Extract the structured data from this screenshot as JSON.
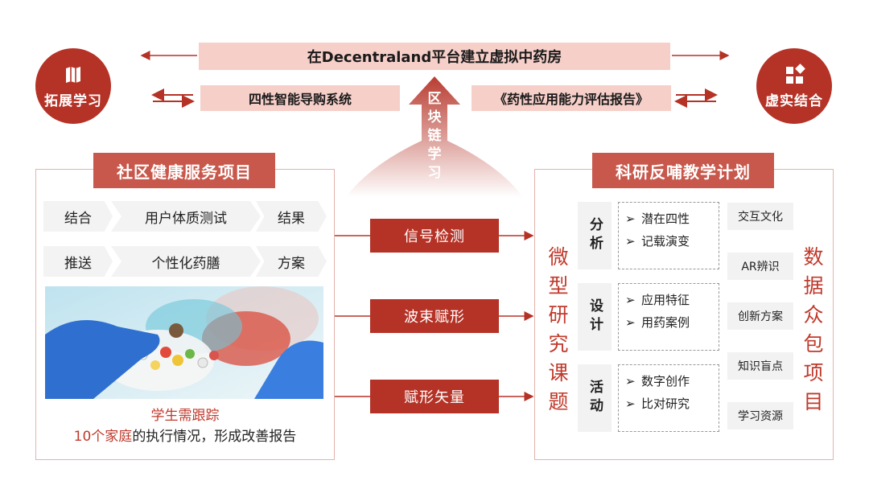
{
  "top": {
    "banner": "在Decentraland平台建立虚拟中药房",
    "left_box": "四性智能导购系统",
    "right_box": "《药性应用能力评估报告》",
    "left_circle": "拓展学习",
    "right_circle": "虚实结合",
    "center_arrow": "区块链学习"
  },
  "left_panel": {
    "title": "社区健康服务项目",
    "row1": [
      "结合",
      "用户体质测试",
      "结果"
    ],
    "row2": [
      "推送",
      "个性化药膳",
      "方案"
    ],
    "caption_line1": "学生需跟踪",
    "caption_line2_red": "10个家庭",
    "caption_line2_rest": "的执行情况，形成改善报告"
  },
  "middle": {
    "buttons": [
      "信号检测",
      "波束赋形",
      "赋形矢量"
    ]
  },
  "right_panel": {
    "title": "科研反哺教学计划",
    "vertical_left": "微型研究课题",
    "vertical_right": "数据众包项目",
    "groups": [
      {
        "head": "分析",
        "items": [
          "潜在四性",
          "记载演变"
        ]
      },
      {
        "head": "设计",
        "items": [
          "应用特征",
          "用药案例"
        ]
      },
      {
        "head": "活动",
        "items": [
          "数字创作",
          "比对研究"
        ]
      }
    ],
    "tags": [
      "交互文化",
      "AR辨识",
      "创新方案",
      "知识盲点",
      "学习资源"
    ]
  },
  "colors": {
    "accent": "#b53226",
    "pink": "#f6cfc9",
    "title_bg": "#c8584b"
  }
}
